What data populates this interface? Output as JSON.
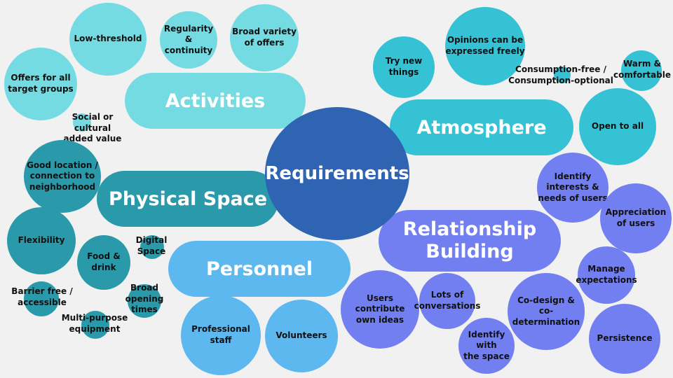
{
  "colors": {
    "background": "#f1f1f1",
    "activities": "#75dbe2",
    "atmosphere": "#36c2d5",
    "physical_space": "#2a9aab",
    "personnel": "#5db8ef",
    "relationship": "#727ff0",
    "core": "#2e64b2"
  },
  "center": {
    "label": "Requirements"
  },
  "categories": {
    "activities": "Activities",
    "atmosphere": "Atmosphere",
    "physical_space": "Physical Space",
    "personnel": "Personnel",
    "relationship": "Relationship\nBuilding"
  },
  "activities": {
    "low_threshold": "Low-threshold",
    "regularity": "Regularity &\ncontinuity",
    "broad_variety": "Broad variety\nof offers",
    "target_groups": "Offers for all\ntarget groups",
    "social_cultural": "Social or cultural\nadded value"
  },
  "atmosphere": {
    "try_new": "Try new\nthings",
    "opinions": "Opinions can be\nexpressed freely",
    "consumption": "Consumption-free /\nConsumption-optional",
    "warm": "Warm &\ncomfortable",
    "open": "Open to all"
  },
  "physical_space": {
    "location": "Good location /\nconnection to\nneighborhood",
    "flexibility": "Flexibility",
    "food": "Food &\ndrink",
    "digital": "Digital\nSpace",
    "barrier_free": "Barrier free /\naccessible",
    "opening_times": "Broad\nopening\ntimes",
    "equipment": "Multi-purpose\nequipment"
  },
  "personnel": {
    "professional": "Professional\nstaff",
    "volunteers": "Volunteers"
  },
  "relationship": {
    "identify_interests": "Identify\ninterests &\nneeds of users",
    "appreciation": "Appreciation\nof users",
    "manage": "Manage\nexpectations",
    "codesign": "Co-design &\nco-determination",
    "persistence": "Persistence",
    "users_ideas": "Users\ncontribute\nown ideas",
    "conversations": "Lots of\nconversations",
    "identify_space": "Identify with\nthe space"
  }
}
